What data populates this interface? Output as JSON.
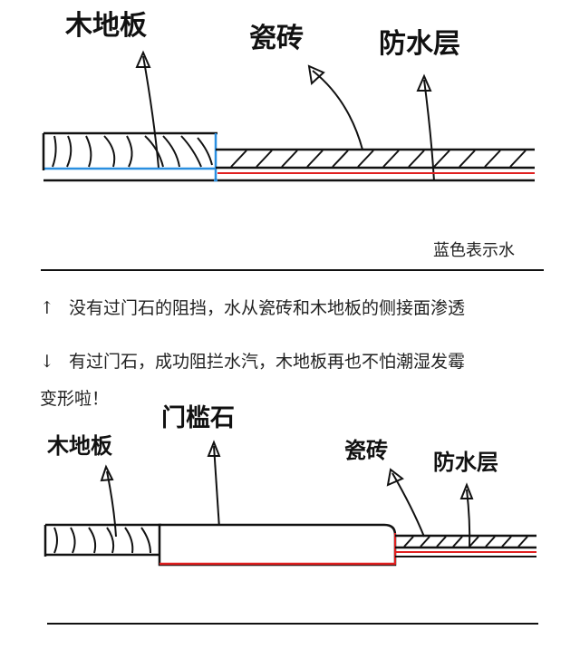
{
  "colors": {
    "ink": "#111111",
    "water_path": "#2a8fe0",
    "membrane": "#e02020"
  },
  "diagram_top": {
    "labels": {
      "wood": "木地板",
      "tile": "瓷砖",
      "waterproof": "防水层"
    },
    "legend": "蓝色表示水"
  },
  "captions": {
    "up_arrow": "↑",
    "without_threshold": "没有过门石的阻挡，水从瓷砖和木地板的侧接面渗透",
    "down_arrow": "↓",
    "with_threshold_line1": "有过门石，成功阻拦水汽，木地板再也不怕潮湿发霉",
    "with_threshold_line2": "变形啦！"
  },
  "diagram_bottom": {
    "labels": {
      "wood": "木地板",
      "threshold": "门槛石",
      "tile": "瓷砖",
      "waterproof": "防水层"
    }
  }
}
